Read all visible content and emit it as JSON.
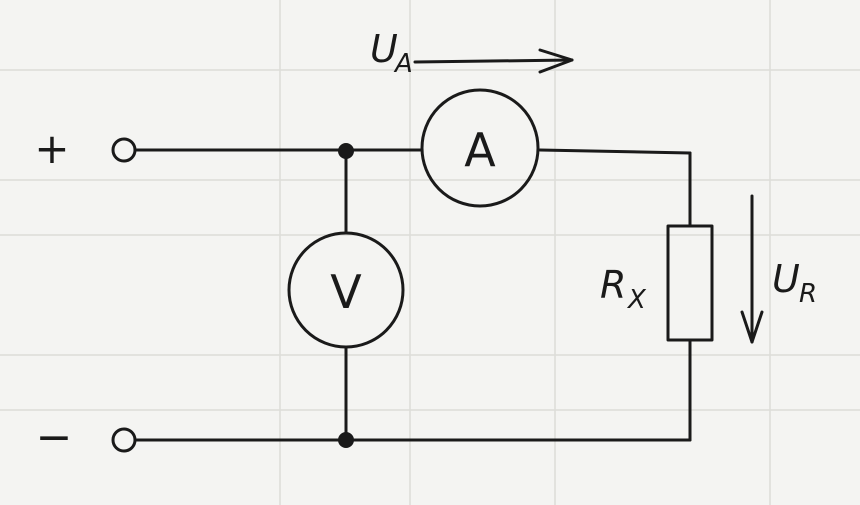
{
  "labels": {
    "plus": "+",
    "minus": "−",
    "ammeter": "A",
    "voltmeter": "V",
    "resistor_main": "R",
    "resistor_sub": "X",
    "ua_main": "U",
    "ua_sub": "A",
    "ur_main": "U",
    "ur_sub": "R"
  },
  "colors": {
    "ink": "#1a1a1a",
    "paper": "#f4f4f2"
  }
}
